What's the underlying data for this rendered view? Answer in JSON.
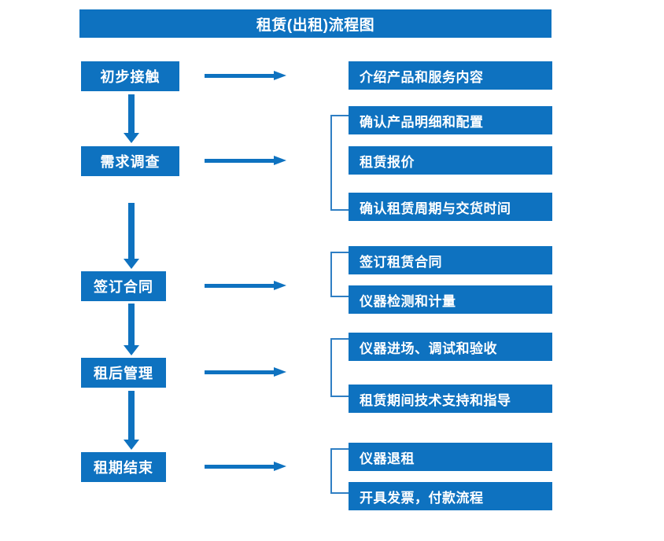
{
  "diagram": {
    "title": "租赁(出租)流程图",
    "accent_color": "#0E72C0",
    "bracket_color": "#2F7FC4",
    "text_color": "#FFFFFF",
    "background_color": "#FFFFFF"
  },
  "stages": [
    {
      "label": "初步接触"
    },
    {
      "label": "需求调查"
    },
    {
      "label": "签订合同"
    },
    {
      "label": "租后管理"
    },
    {
      "label": "租期结束"
    }
  ],
  "details": [
    {
      "label": "介绍产品和服务内容"
    },
    {
      "label": "确认产品明细和配置"
    },
    {
      "label": "租赁报价"
    },
    {
      "label": "确认租赁周期与交货时间"
    },
    {
      "label": "签订租赁合同"
    },
    {
      "label": "仪器检测和计量"
    },
    {
      "label": "仪器进场、调试和验收"
    },
    {
      "label": "租赁期间技术支持和指导"
    },
    {
      "label": "仪器退租"
    },
    {
      "label": "开具发票，付款流程"
    }
  ],
  "connectors": {
    "horizontal_arrow_name": "right-arrow",
    "vertical_arrow_name": "down-arrow",
    "bracket_name": "group-bracket",
    "count_horizontal": 5,
    "count_vertical": 4,
    "count_brackets": 4
  }
}
